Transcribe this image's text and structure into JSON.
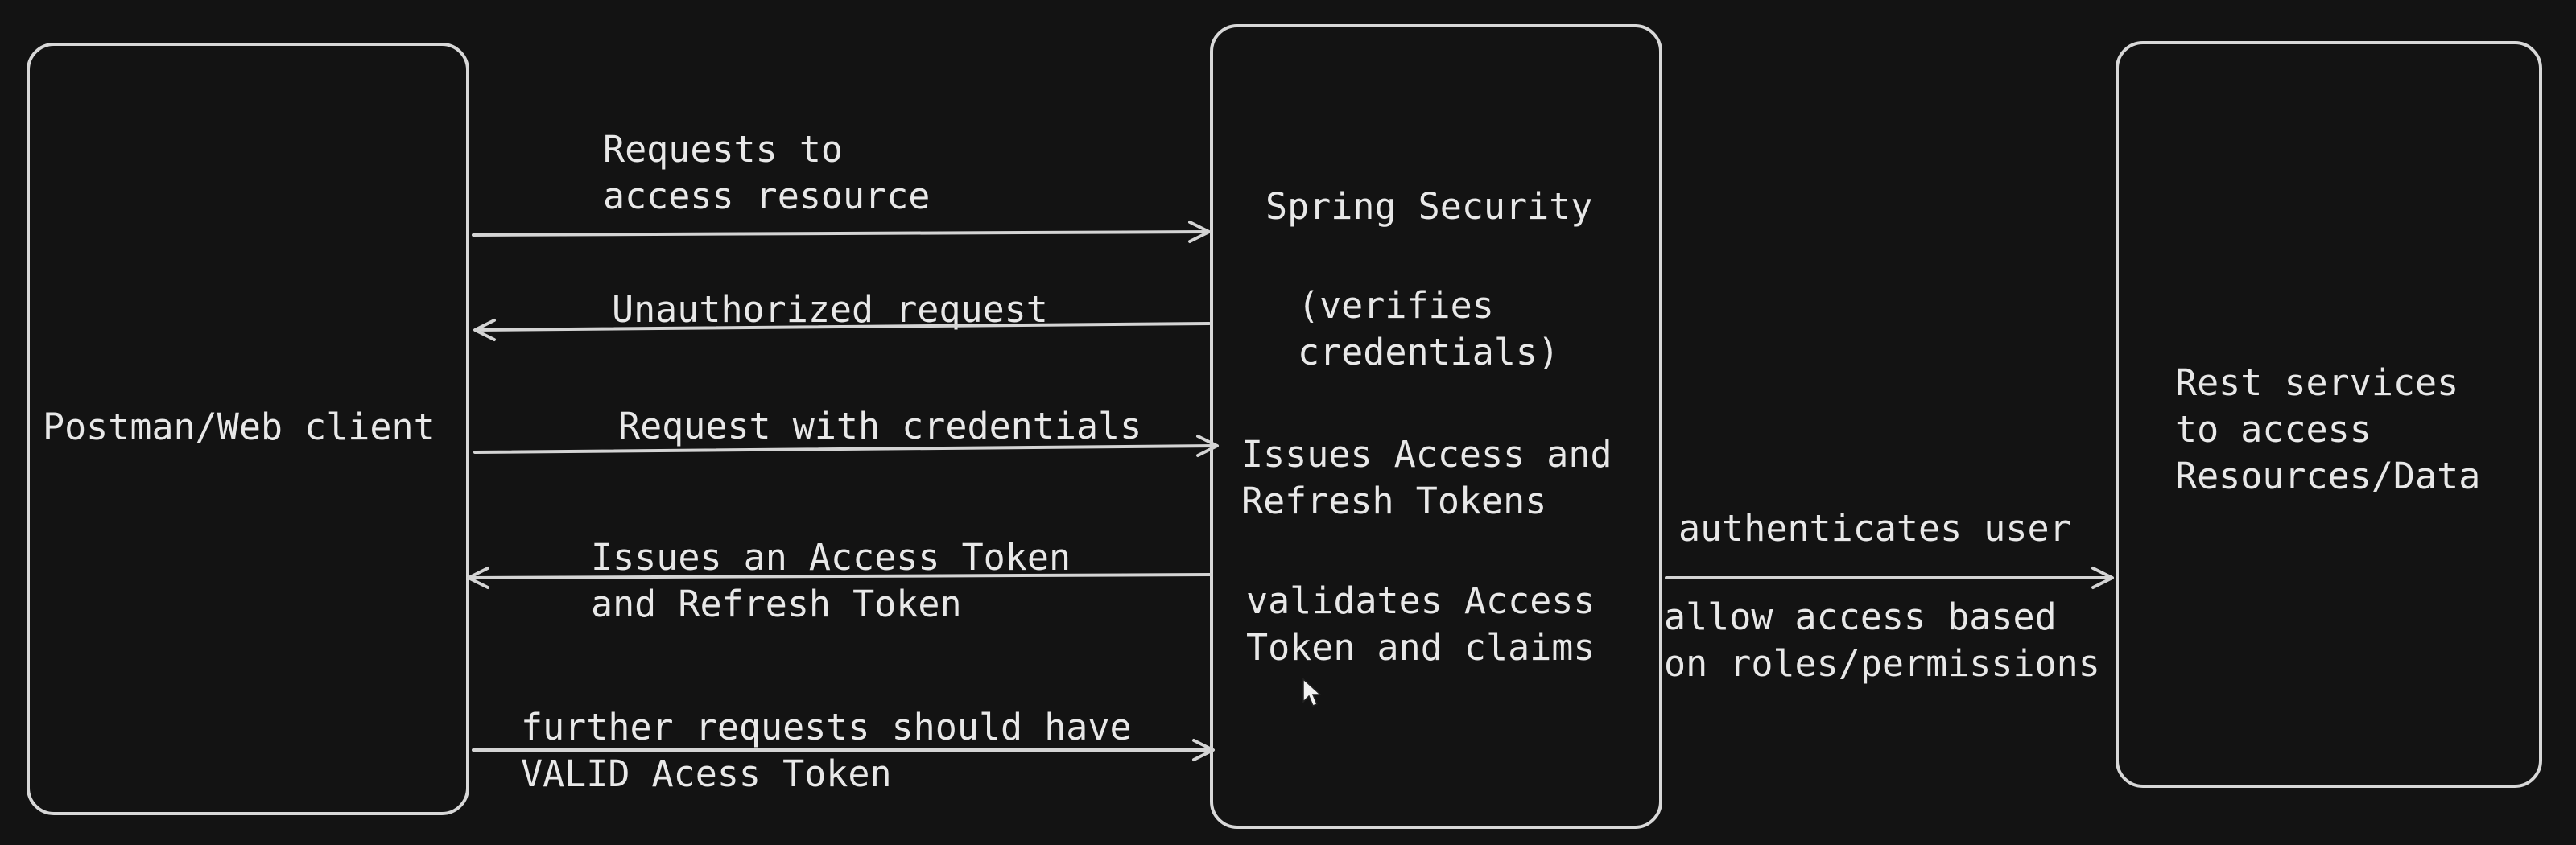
{
  "nodes": {
    "client": {
      "label": "Postman/Web client"
    },
    "security": {
      "title": "Spring Security",
      "verifies": "(verifies\ncredentials)",
      "issues": "Issues Access and\nRefresh Tokens",
      "validates": "validates Access\nToken and claims"
    },
    "rest": {
      "label": "Rest services\nto access\nResources/Data"
    }
  },
  "edges": {
    "request_resource": "Requests to\naccess resource",
    "unauthorized": "Unauthorized request",
    "with_credentials": "Request with credentials",
    "issues_tokens": "Issues an Access Token\nand Refresh Token",
    "further_requests": "further requests should have\nVALID Acess Token",
    "authenticates": "authenticates user",
    "allow_access": "allow access based\non roles/permissions"
  },
  "colors": {
    "background": "#131313",
    "stroke": "#d8d8d8",
    "text": "#e8e8e8"
  }
}
